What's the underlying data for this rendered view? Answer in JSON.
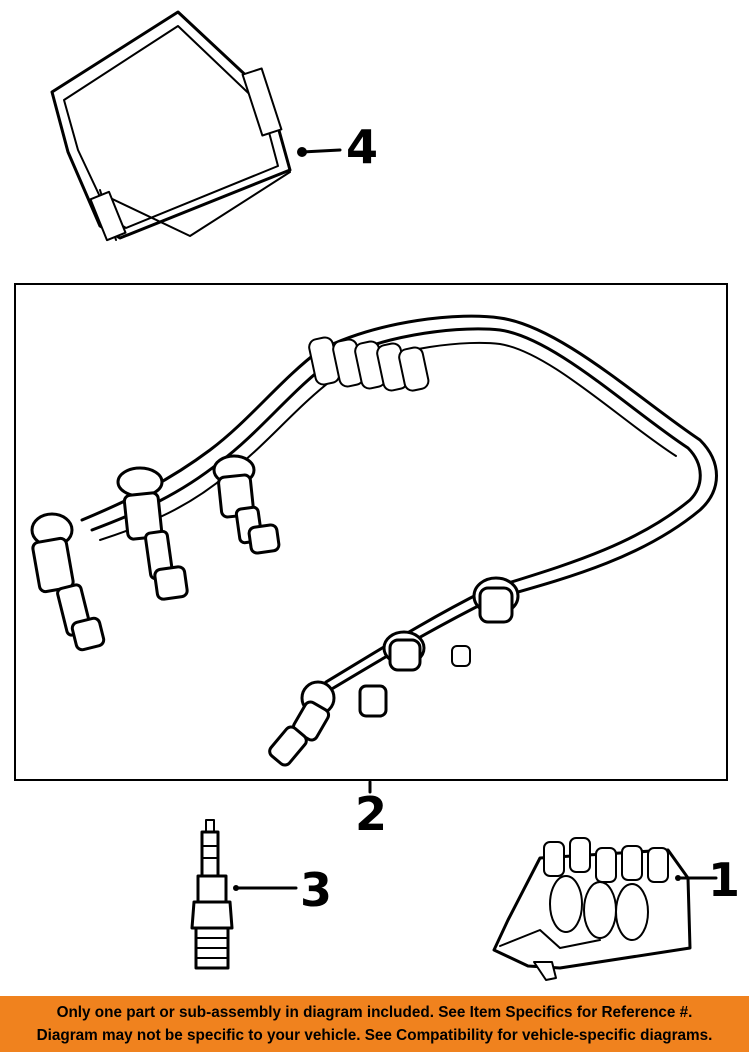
{
  "callouts": {
    "c1": "1",
    "c2": "2",
    "c3": "3",
    "c4": "4"
  },
  "footer": {
    "line1": "Only one part or sub-assembly in diagram included. See Item Specifics for Reference #.",
    "line2": "Diagram may not be specific to your vehicle. See Compatibility for vehicle-specific diagrams."
  },
  "colors": {
    "footer_background": "#f0821e",
    "line_art": "#000000",
    "background": "#ffffff"
  }
}
